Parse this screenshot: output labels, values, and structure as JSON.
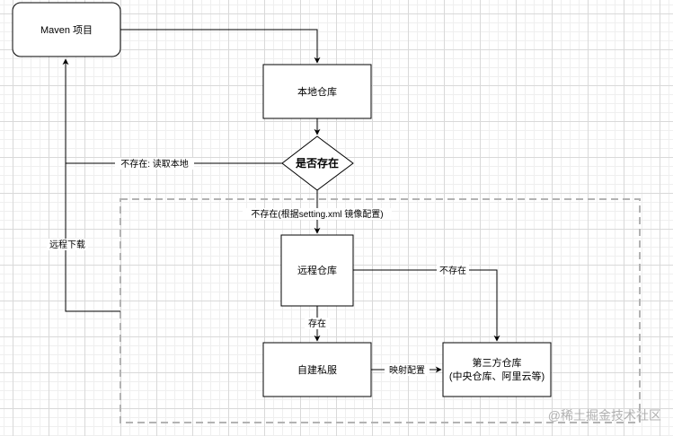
{
  "nodes": {
    "maven_project": "Maven 项目",
    "local_repo": "本地仓库",
    "exists_check": "是否存在",
    "remote_repo": "远程仓库",
    "private_server": "自建私服",
    "third_party_line1": "第三方仓库",
    "third_party_line2": "(中央仓库、阿里云等)"
  },
  "edges": {
    "exists_read_local": "不存在: 读取本地",
    "not_exists_mirror": "不存在(根据setting.xml 镜像配置)",
    "remote_download": "远程下载",
    "remote_not_exists": "不存在",
    "remote_exists": "存在",
    "mapping_config": "映射配置"
  },
  "watermark": "@稀土掘金技术社区",
  "colors": {
    "stroke": "#000000",
    "group_border": "#b3b3b3",
    "node_fill": "#ffffff"
  }
}
